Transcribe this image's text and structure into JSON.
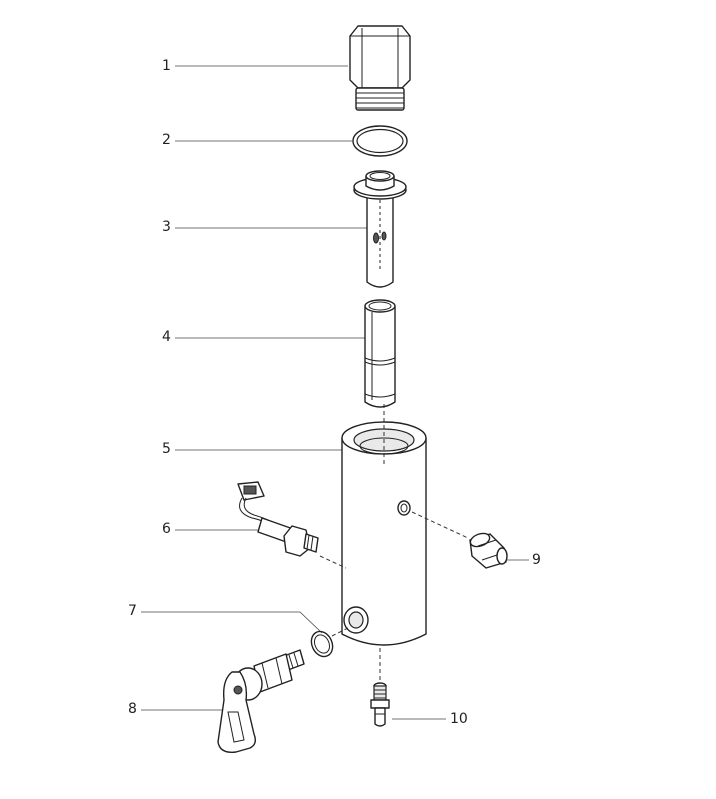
{
  "diagram": {
    "callouts": [
      {
        "id": "1",
        "text": "1",
        "part": "plug-cap"
      },
      {
        "id": "2",
        "text": "2",
        "part": "o-ring-large"
      },
      {
        "id": "3",
        "text": "3",
        "part": "flanged-tube"
      },
      {
        "id": "4",
        "text": "4",
        "part": "sleeve-tube"
      },
      {
        "id": "5",
        "text": "5",
        "part": "housing-body"
      },
      {
        "id": "6",
        "text": "6",
        "part": "sensor-with-connector"
      },
      {
        "id": "7",
        "text": "7",
        "part": "o-ring-small"
      },
      {
        "id": "8",
        "text": "8",
        "part": "valve-with-lever"
      },
      {
        "id": "9",
        "text": "9",
        "part": "side-fitting"
      },
      {
        "id": "10",
        "text": "10",
        "part": "bottom-nipple"
      }
    ],
    "colors": {
      "line": "#222222",
      "leader": "#444444",
      "fill": "#ffffff",
      "shade": "#e9e9e9"
    }
  }
}
